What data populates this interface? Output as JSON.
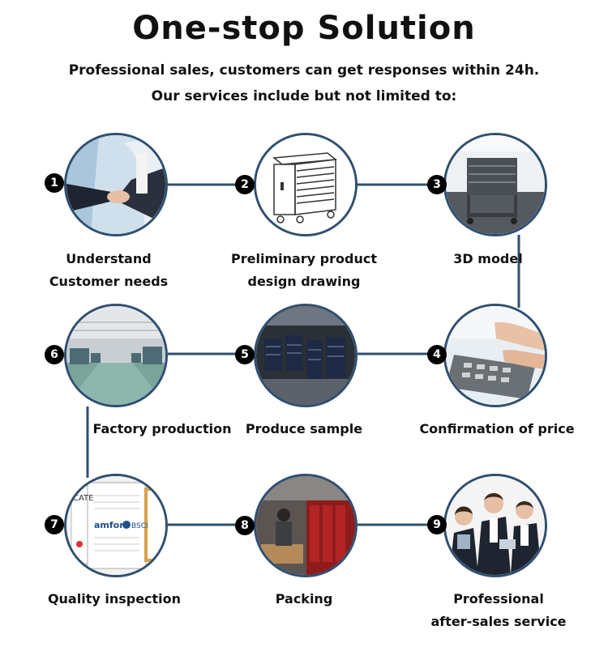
{
  "title": "One-stop Solution",
  "subtitle_line1": "Professional sales, customers can get responses within 24h.",
  "subtitle_line2": "Our services include but not limited to:",
  "steps": [
    {
      "number": "1",
      "label_line1": "Understand",
      "label_line2": "Customer needs",
      "image": "business-handshake"
    },
    {
      "number": "2",
      "label_line1": "Preliminary product",
      "label_line2": "design drawing",
      "image": "tool-cabinet-drawing"
    },
    {
      "number": "3",
      "label_line1": "3D model",
      "label_line2": "",
      "image": "tool-cart-3d-model"
    },
    {
      "number": "4",
      "label_line1": "Confirmation of price",
      "label_line2": "",
      "image": "calculator-hands"
    },
    {
      "number": "5",
      "label_line1": "Produce sample",
      "label_line2": "",
      "image": "sample-tool-cabinets"
    },
    {
      "number": "6",
      "label_line1": "Factory production",
      "label_line2": "",
      "image": "factory-floor"
    },
    {
      "number": "7",
      "label_line1": "Quality inspection",
      "label_line2": "",
      "image": "certificates"
    },
    {
      "number": "8",
      "label_line1": "Packing",
      "label_line2": "",
      "image": "packing-workshop"
    },
    {
      "number": "9",
      "label_line1": "Professional",
      "label_line2": "after-sales service",
      "image": "business-team"
    }
  ],
  "certificate_text": {
    "cate": "CATE",
    "amfori": "amfori",
    "bsci": "BSCI"
  },
  "colors": {
    "circle_border": "#2f4f70",
    "connector": "#2f4f70",
    "badge": "#000000",
    "text": "#111111"
  }
}
